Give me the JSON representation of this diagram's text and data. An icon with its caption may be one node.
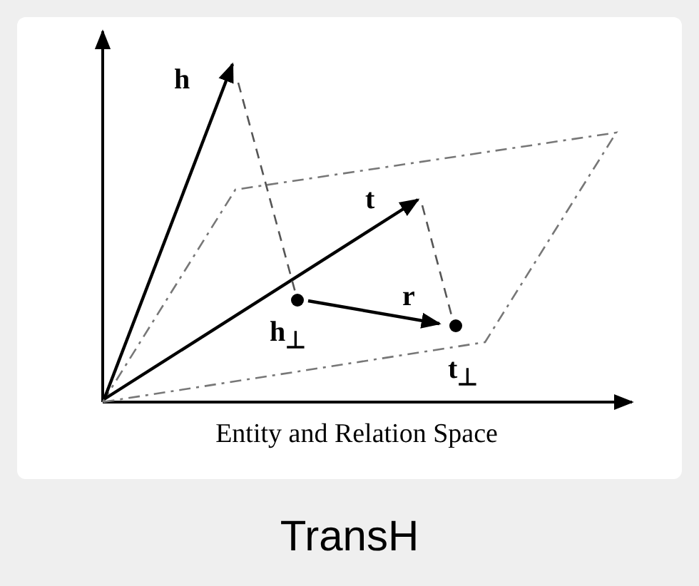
{
  "diagram": {
    "caption": "TransH",
    "nodes": [
      {
        "text": [
          "h"
        ]
      },
      {
        "text": [
          "t"
        ]
      },
      {
        "text": [
          "h$_{⊥}$"
        ]
      },
      {
        "text": [
          "t$_{⊥}$"
        ]
      }
    ],
    "edges": [
      {
        "from": null,
        "to": 0,
        "arrow": "to"
      },
      {
        "from": null,
        "to": 1,
        "arrow": "to"
      },
      {
        "from": 0,
        "to": 2,
        "arrow": "none",
        "style": "dashed",
        "color": "#555555"
      },
      {
        "from": 1,
        "to": 3,
        "arrow": "none",
        "style": "dashed",
        "color": "#555555"
      },
      {
        "from": 2,
        "to": 3,
        "arrow": "to",
        "label": "r"
      }
    ],
    "labels": [
      "Entity and Relation Space"
    ]
  }
}
